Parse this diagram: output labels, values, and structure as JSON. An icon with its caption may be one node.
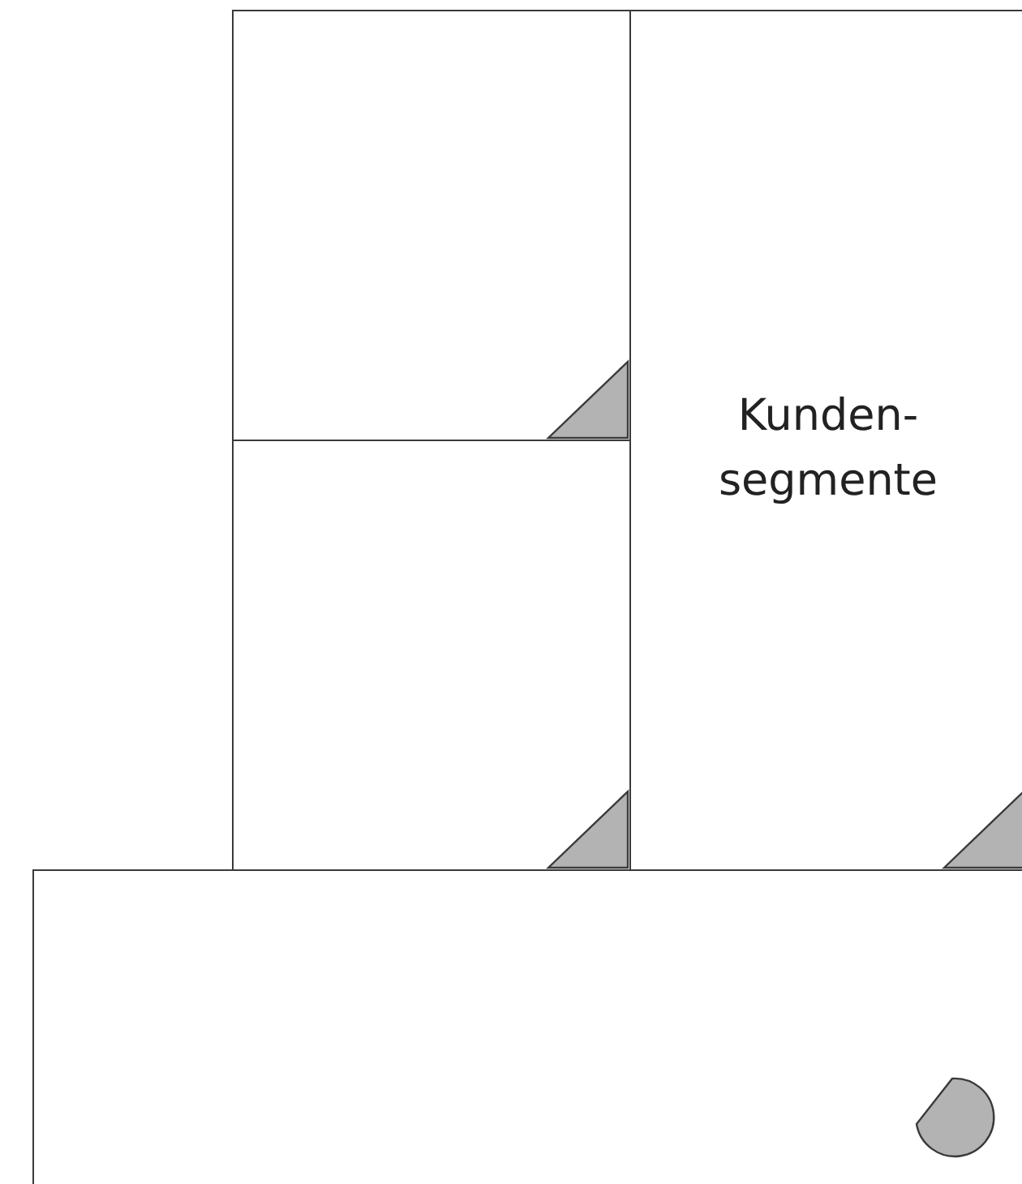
{
  "diagram": {
    "nodes": [
      {
        "text": [],
        "shape": "box"
      },
      {
        "text": [],
        "shape": "box"
      },
      {
        "text": [
          "Kunden- segmente"
        ]
      },
      {
        "text": [],
        "shape": "box"
      }
    ]
  }
}
